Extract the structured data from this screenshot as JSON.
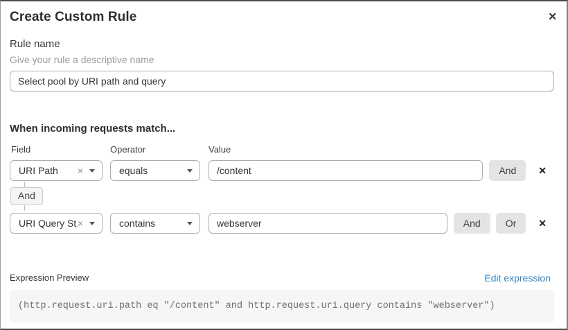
{
  "dialog": {
    "title": "Create Custom Rule"
  },
  "icons": {
    "close": "✕",
    "clear": "×",
    "delete_row": "✕"
  },
  "rule_name": {
    "label": "Rule name",
    "help": "Give your rule a descriptive name",
    "value": "Select pool by URI path and query"
  },
  "match": {
    "heading": "When incoming requests match...",
    "columns": {
      "field": "Field",
      "operator": "Operator",
      "value": "Value"
    },
    "connector_label": "And",
    "rows": [
      {
        "field": "URI Path",
        "operator": "equals",
        "value": "/content",
        "and_label": "And"
      },
      {
        "field": "URI Query St...",
        "operator": "contains",
        "value": "webserver",
        "and_label": "And",
        "or_label": "Or"
      }
    ]
  },
  "preview": {
    "label": "Expression Preview",
    "edit_link": "Edit expression",
    "expression": "(http.request.uri.path eq \"/content\" and http.request.uri.query contains \"webserver\")"
  },
  "colors": {
    "link_blue": "#3184c2",
    "logic_button_bg": "#e4e4e5",
    "code_block_bg": "#f6f6f7",
    "border_gray": "#adadad"
  }
}
